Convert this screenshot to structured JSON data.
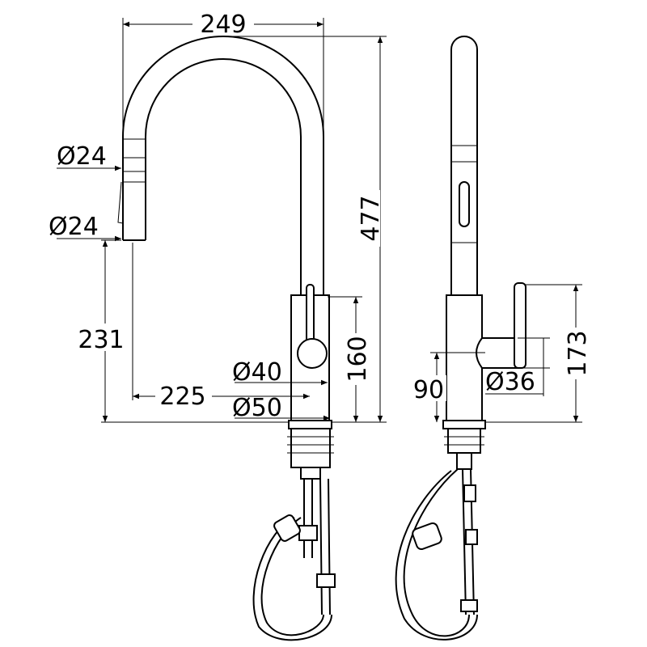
{
  "dimensions": {
    "spout_reach": "249",
    "spray_head_diameter_top": "Ø24",
    "spray_head_diameter_bottom": "Ø24",
    "total_height": "477",
    "outlet_height": "231",
    "outlet_reach": "225",
    "body_diameter": "Ø40",
    "base_diameter": "Ø50",
    "body_height": "160",
    "lever_height": "90",
    "lever_diameter": "Ø36",
    "handle_height": "173"
  }
}
